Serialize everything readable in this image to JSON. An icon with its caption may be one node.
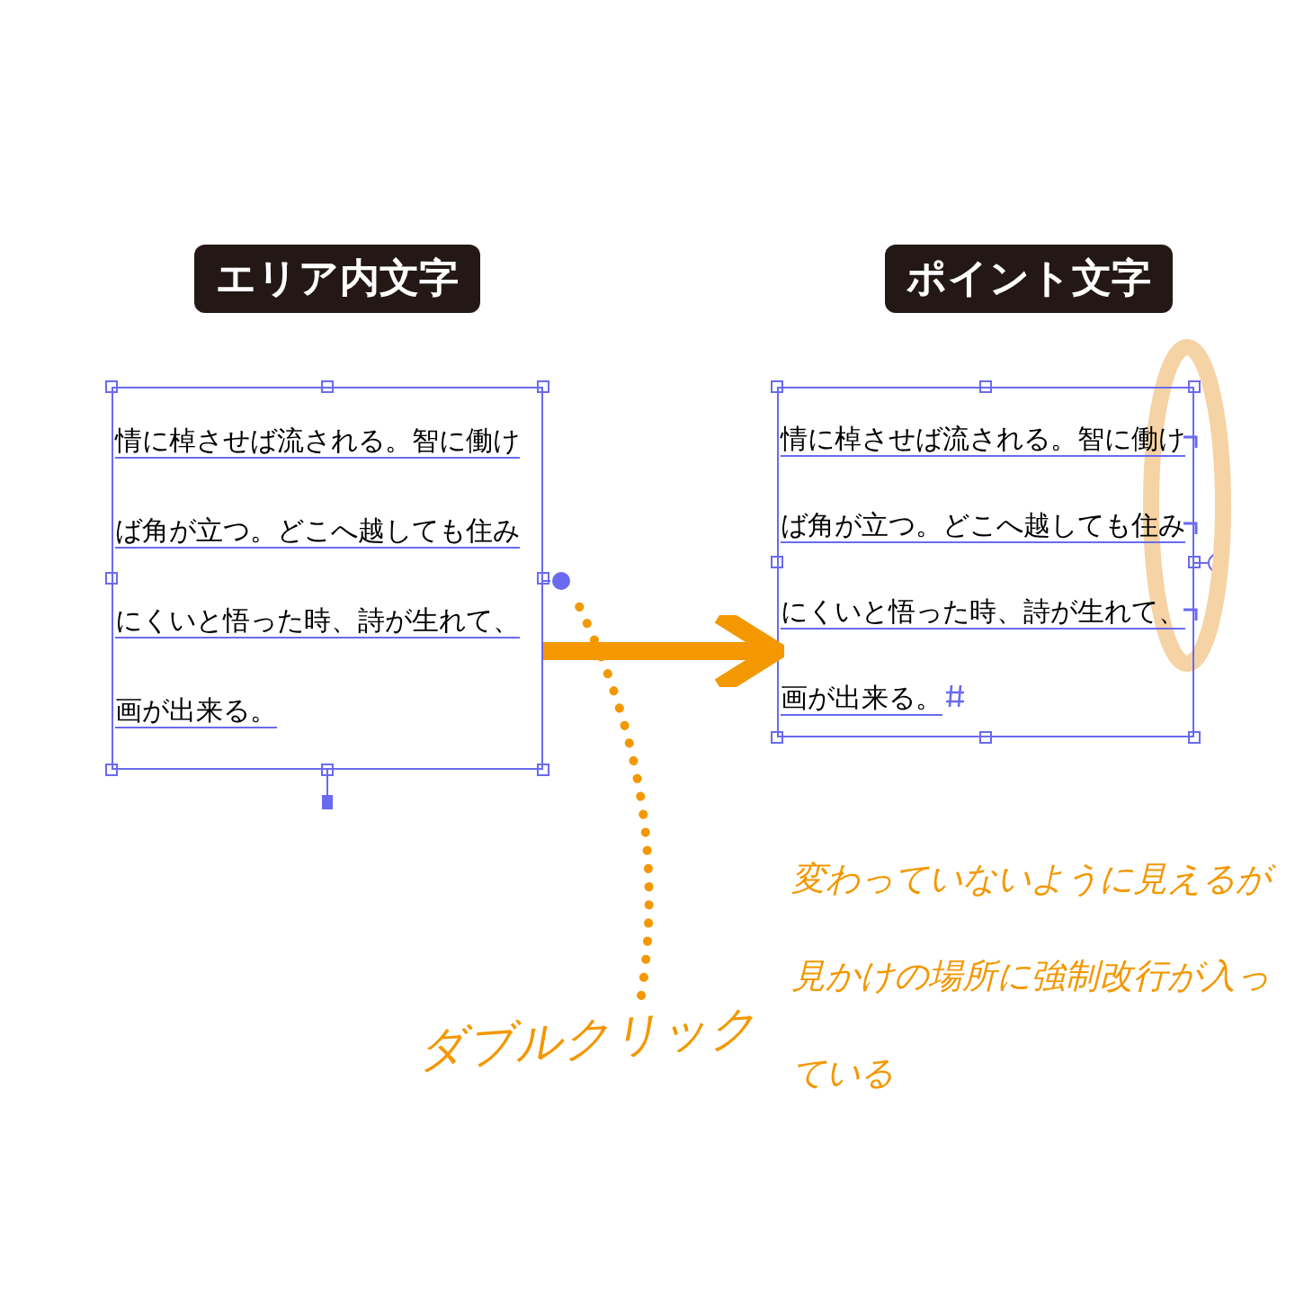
{
  "diagram": {
    "nodes": [
      {
        "text": [
          "エリア内文字"
        ]
      },
      {
        "text": [
          "情に棹させば流される。智に働けば角が立つ。どこへ越しても住みにくいと悟った時、詩が生れて、画が出来る。"
        ]
      },
      {
        "text": [
          "ポイント文字"
        ]
      },
      {
        "text": [
          "情に棹させば流される。智に働けば角が立つ。どこへ越しても住みにくいと悟った時、詩が生れて、画が出来る。"
        ]
      },
      {
        "text": [],
        "shape": "circle"
      },
      {
        "text": [
          "ダブルクリック"
        ]
      }
    ],
    "edges": [
      {
        "from": 1,
        "to": 3,
        "arrow": "to",
        "style": "thick",
        "color": "#f39800"
      },
      {
        "from": 5,
        "to": 4,
        "arrow": "none",
        "style": "dashed",
        "color": "#f39800"
      }
    ],
    "labels": [
      "変わっていないように見えるが見かけの場所に強制改行が入っている"
    ]
  }
}
